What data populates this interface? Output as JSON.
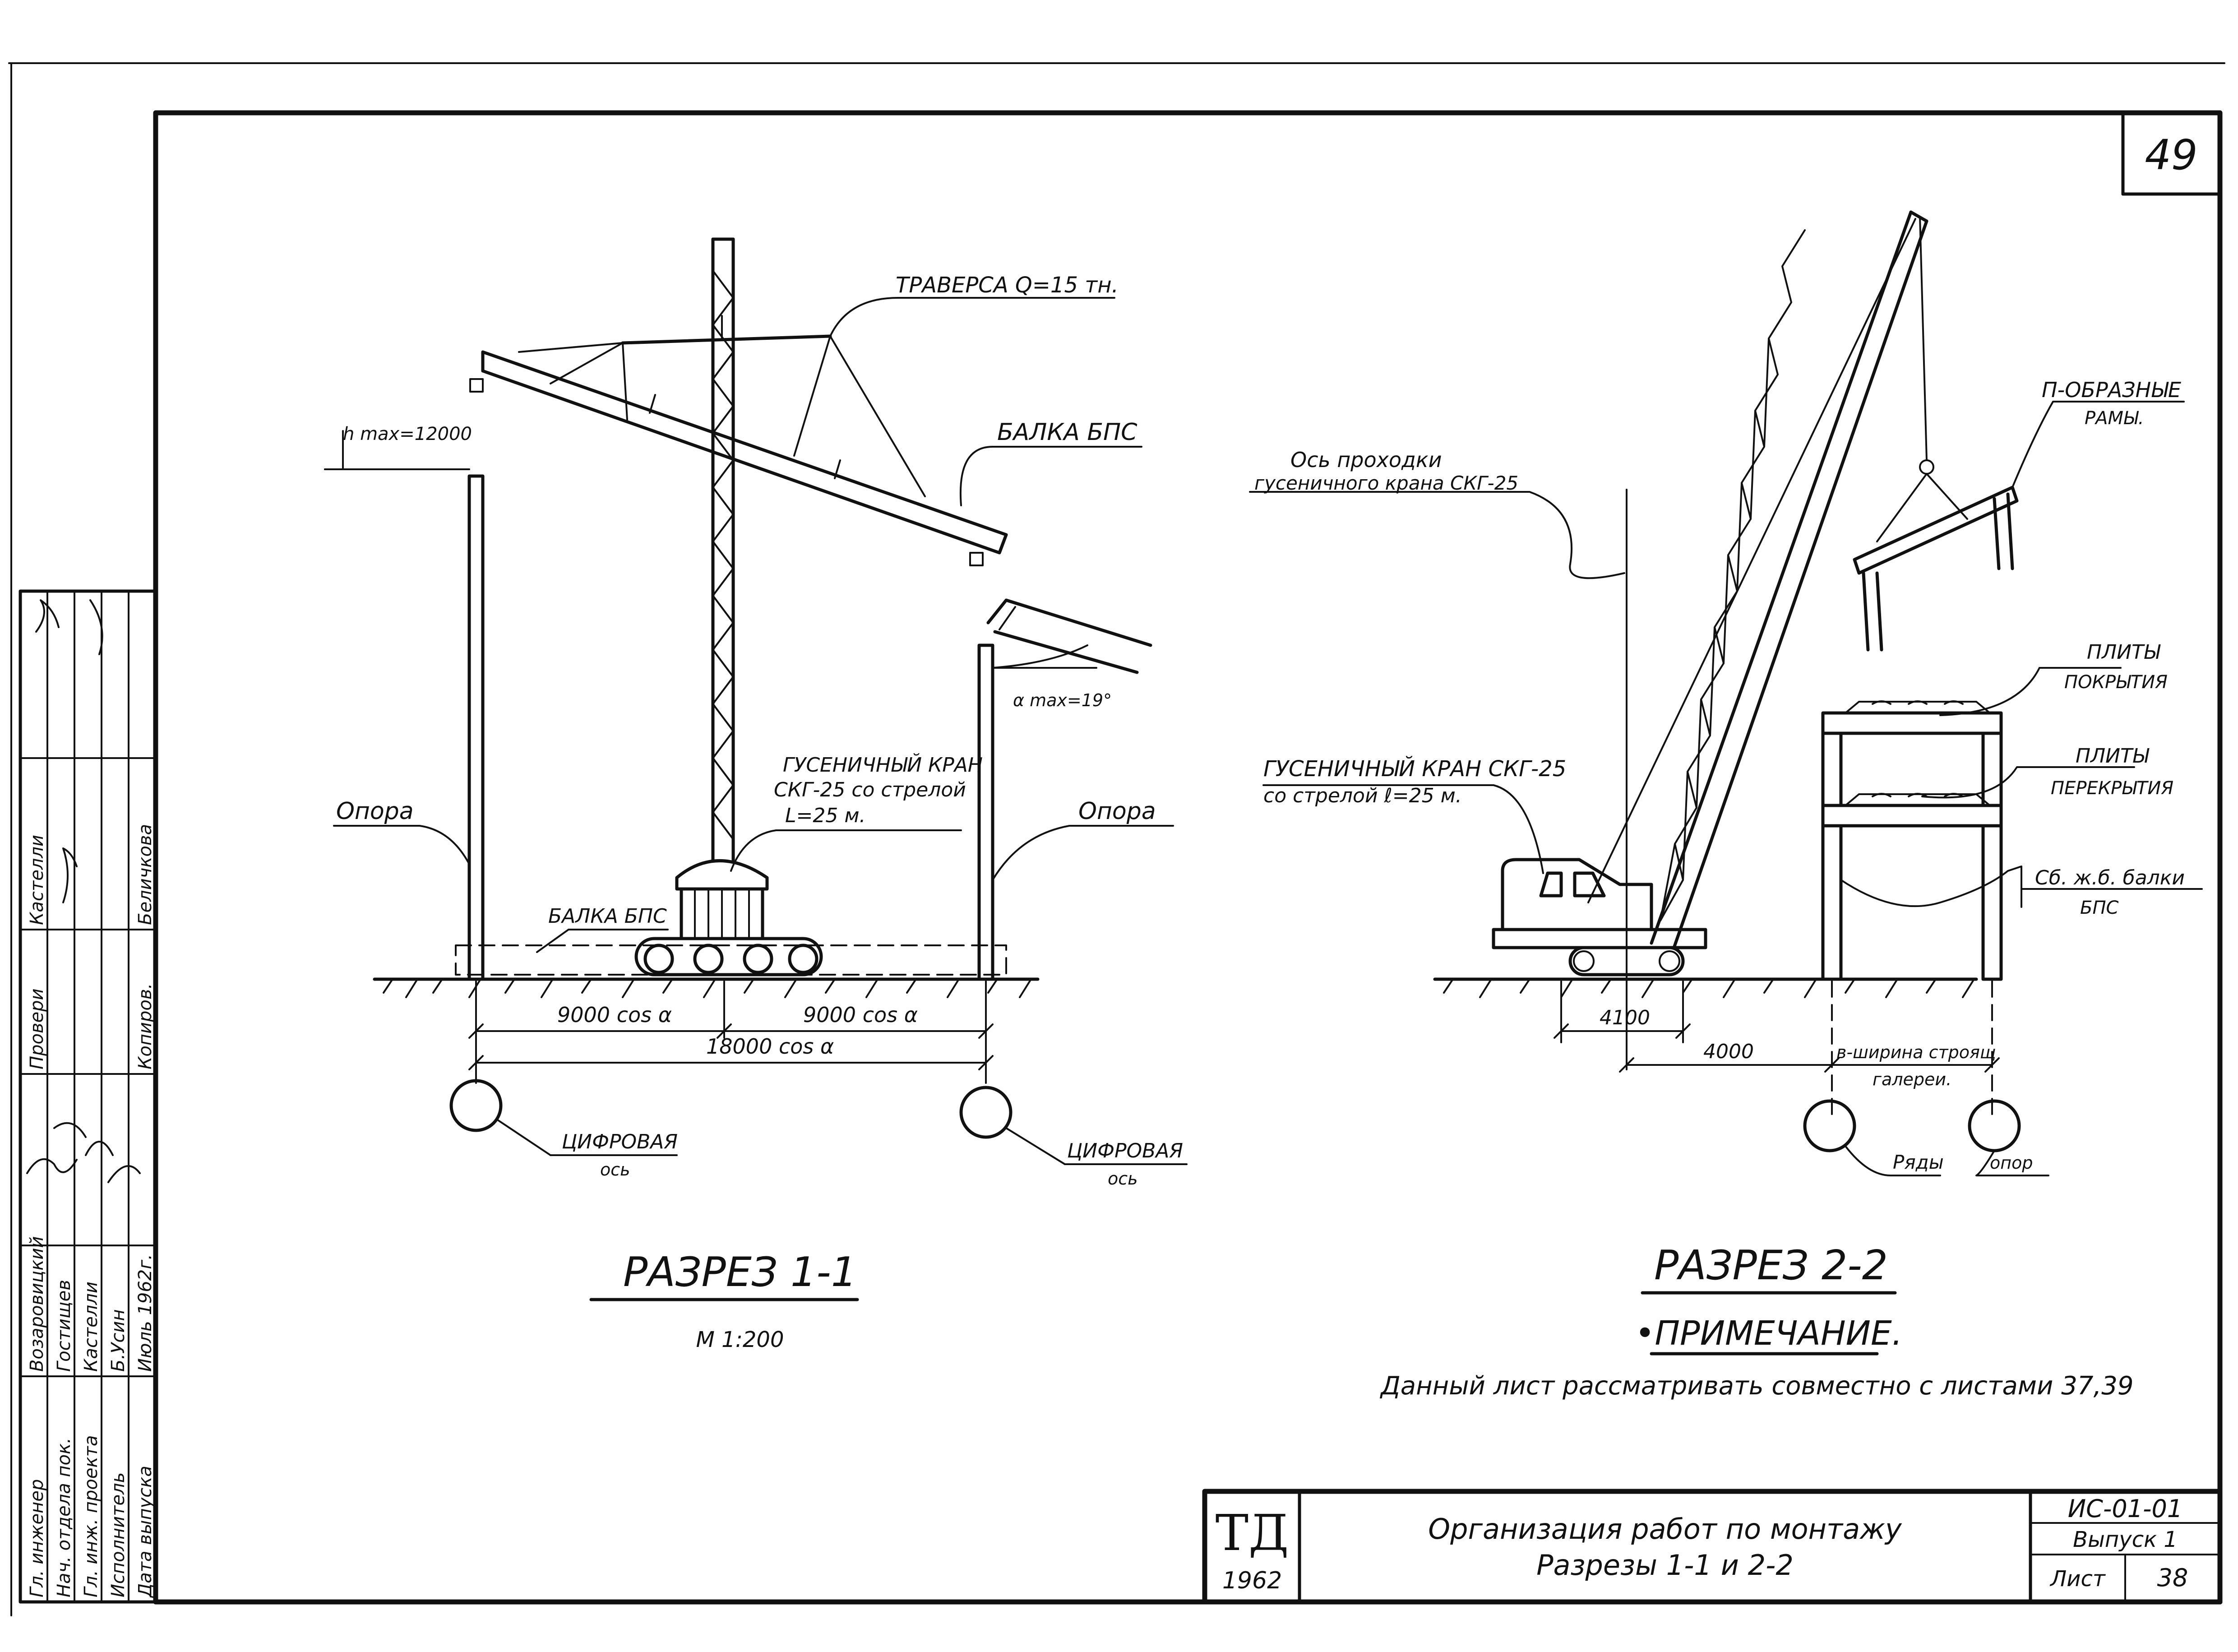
{
  "sheet": {
    "page_number": "49"
  },
  "section_1": {
    "label_traverse": "ТРАВЕРСА Q=15 тн.",
    "label_beam_top": "БАЛКА БПС",
    "label_h_max": "h max=12000",
    "label_support_left": "Опора",
    "label_support_right": "Опора",
    "label_crane_line1": "ГУСЕНИЧНЫЙ КРАН",
    "label_crane_line2": "СКГ-25 со стрелой",
    "label_crane_line3": "L=25 м.",
    "label_beam_bottom": "БАЛКА БПС",
    "label_angle": "α max=19°",
    "dim_left": "9000 cos α",
    "dim_right": "9000 cos α",
    "dim_total": "18000 cos α",
    "axis_left_line1": "ЦИФРОВАЯ",
    "axis_left_line2": "ось",
    "axis_right_line1": "ЦИФРОВАЯ",
    "axis_right_line2": "ось",
    "title": "РАЗРЕЗ 1-1",
    "scale": "М 1:200"
  },
  "section_2": {
    "label_axis_line1": "Ось проходки",
    "label_axis_line2": "гусеничного крана СКГ-25",
    "label_frames_line1": "П-ОБРАЗНЫЕ",
    "label_frames_line2": "РАМЫ.",
    "label_roof_line1": "ПЛИТЫ",
    "label_roof_line2": "ПОКРЫТИЯ",
    "label_floor_line1": "ПЛИТЫ",
    "label_floor_line2": "ПЕРЕКРЫТИЯ",
    "label_beam_line1": "Сб. ж.б. балки",
    "label_beam_line2": "БПС",
    "label_crane_line1": "ГУСЕНИЧНЫЙ КРАН СКГ-25",
    "label_crane_line2": "со стрелой ℓ=25 м.",
    "dim_4100": "4100",
    "dim_4000": "4000",
    "dim_width_line1": "в-ширина строящ",
    "dim_width_line2": "галереи.",
    "rows_label_1": "Ряды",
    "rows_label_2": "опор",
    "title": "РАЗРЕЗ 2-2"
  },
  "note": {
    "heading": "•ПРИМЕЧАНИЕ.",
    "text": "Данный лист рассматривать совместно с листами 37,39"
  },
  "title_block": {
    "org_mark": "ТД",
    "year": "1962",
    "title_line1": "Организация работ по монтажу",
    "title_line2": "Разрезы 1-1 и 2-2",
    "doc_code": "ИС-01-01",
    "issue": "Выпуск 1",
    "sheet_label": "Лист",
    "sheet_number": "38"
  },
  "side_stamp": {
    "roles": [
      "Гл. инженер",
      "Нач. отдела пок.",
      "Гл. инж. проекта",
      "Исполнитель",
      "Дата выпуска"
    ],
    "names": [
      "Возаровицкий",
      "Гостищев",
      "Кастелли",
      "Б.Усин",
      "Июль 1962г."
    ],
    "checks_label": [
      "Провери",
      "Копиров."
    ],
    "checks_names": [
      "Кастелли",
      "Беличкова"
    ]
  }
}
